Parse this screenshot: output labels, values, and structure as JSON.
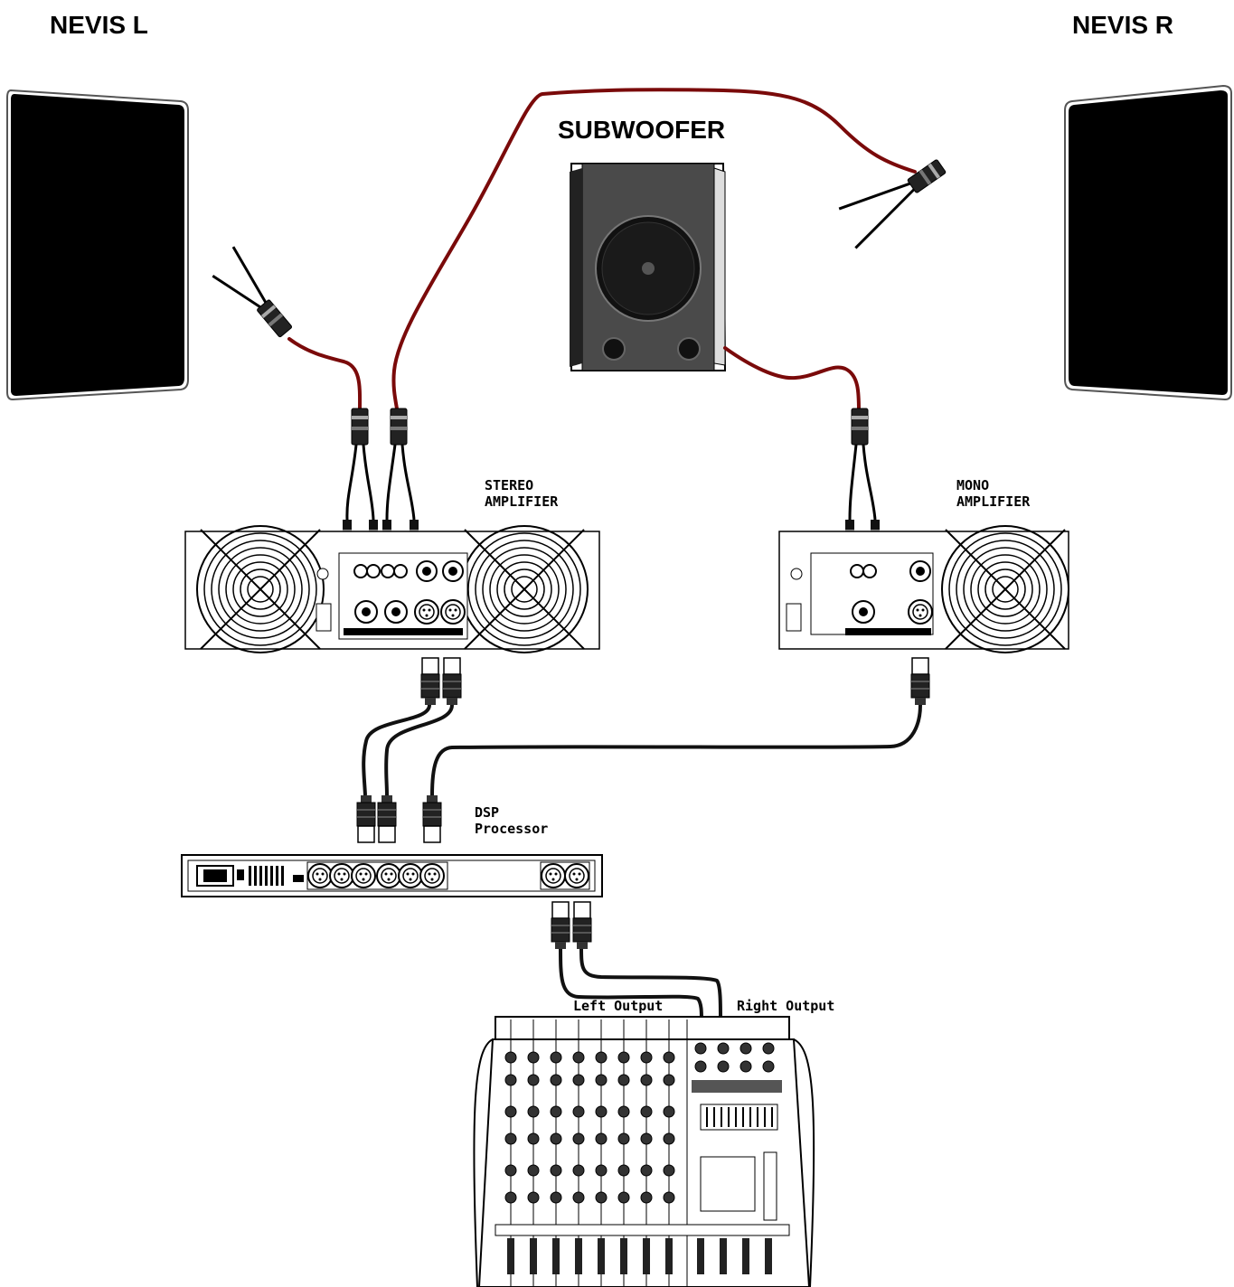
{
  "labels": {
    "nevis_left": "NEVIS L",
    "nevis_right": "NEVIS R",
    "subwoofer": "SUBWOOFER",
    "stereo_amp_line1": "STEREO",
    "stereo_amp_line2": "AMPLIFIER",
    "mono_amp_line1": "MONO",
    "mono_amp_line2": "AMPLIFIER",
    "dsp_line1": "DSP",
    "dsp_line2": "Processor",
    "left_output": "Left Output",
    "right_output": "Right Output"
  },
  "colors": {
    "speaker_cable": "#7a0a0a",
    "xlr_cable": "#111111",
    "speaker_face": "#000000"
  }
}
